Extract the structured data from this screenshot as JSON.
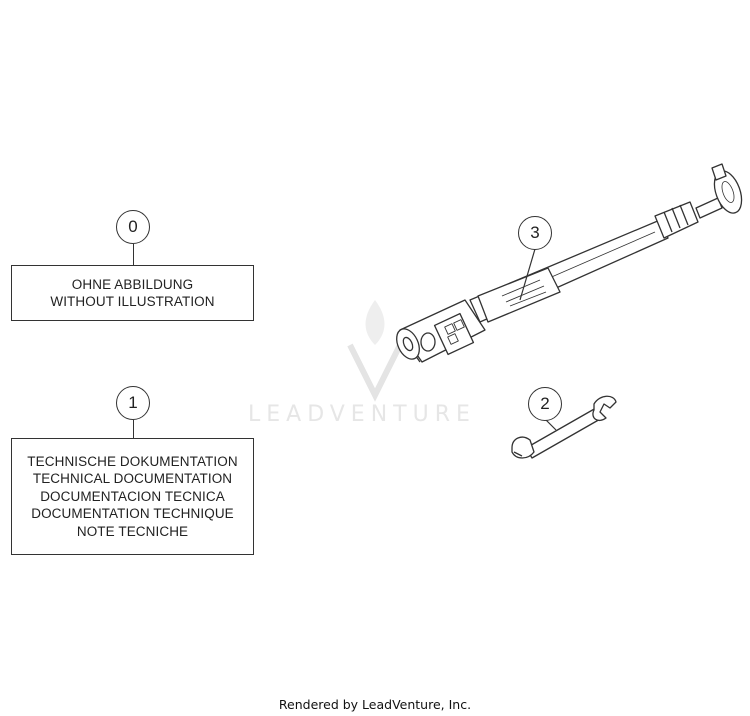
{
  "callouts": {
    "item0": "0",
    "item1": "1",
    "item2": "2",
    "item3": "3"
  },
  "label_box_0": {
    "lines": [
      "OHNE ABBILDUNG",
      "WITHOUT ILLUSTRATION"
    ]
  },
  "label_box_1": {
    "lines": [
      "TECHNISCHE DOKUMENTATION",
      "TECHNICAL DOCUMENTATION",
      "DOCUMENTACION TECNICA",
      "DOCUMENTATION TECHNIQUE",
      "NOTE TECNICHE"
    ]
  },
  "watermark": "LEADVENTURE",
  "footer": "Rendered by LeadVenture, Inc.",
  "colors": {
    "line": "#333333",
    "watermark": "#e6e6e6"
  }
}
